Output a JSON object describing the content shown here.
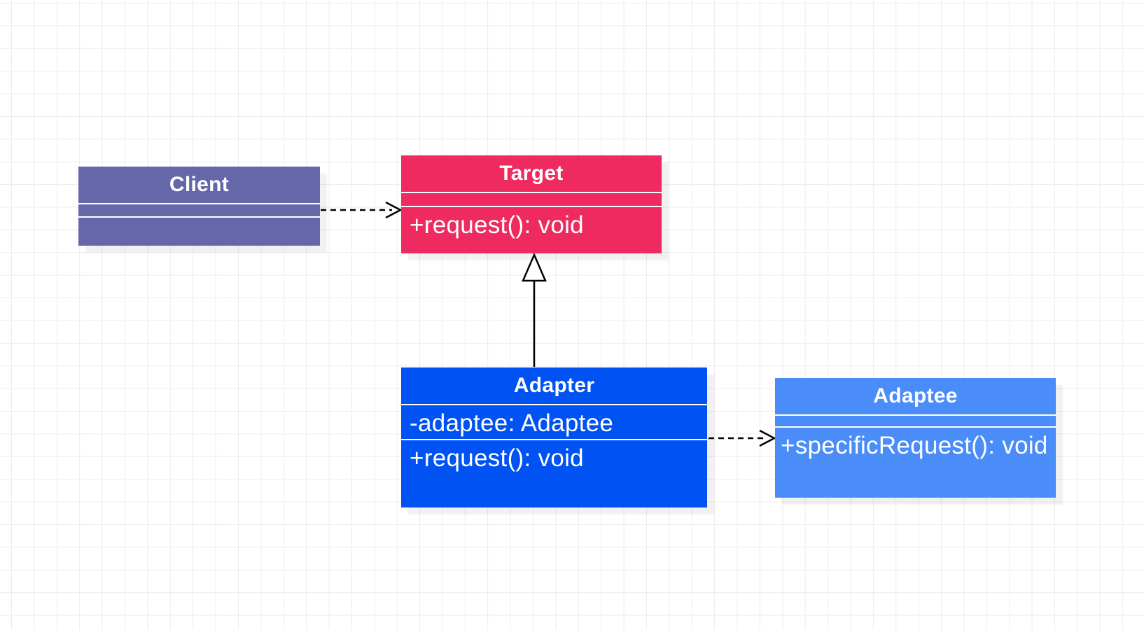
{
  "diagram": {
    "kind": "uml-class-diagram",
    "pattern": "Adapter",
    "classes": [
      {
        "id": "client",
        "name": "Client",
        "attributes": [],
        "methods": [],
        "fill": "#6667A8"
      },
      {
        "id": "target",
        "name": "Target",
        "attributes": [],
        "methods": [
          "+request(): void"
        ],
        "fill": "#EE2A60"
      },
      {
        "id": "adapter",
        "name": "Adapter",
        "attributes": [
          "-adaptee: Adaptee"
        ],
        "methods": [
          "+request(): void"
        ],
        "fill": "#0052F2"
      },
      {
        "id": "adaptee",
        "name": "Adaptee",
        "attributes": [],
        "methods": [
          "+specificRequest(): void"
        ],
        "fill": "#4A8CF8"
      }
    ],
    "relationships": [
      {
        "from": "Client",
        "to": "Target",
        "type": "dependency",
        "line": "dashed",
        "head": "open-arrow"
      },
      {
        "from": "Adapter",
        "to": "Target",
        "type": "realization",
        "line": "solid",
        "head": "hollow-triangle"
      },
      {
        "from": "Adapter",
        "to": "Adaptee",
        "type": "dependency",
        "line": "dashed",
        "head": "open-arrow"
      }
    ],
    "colors": {
      "text": "#FFFFFF",
      "connector": "#000000",
      "grid_line": "#ECECEC",
      "background": "#FFFFFF"
    }
  }
}
